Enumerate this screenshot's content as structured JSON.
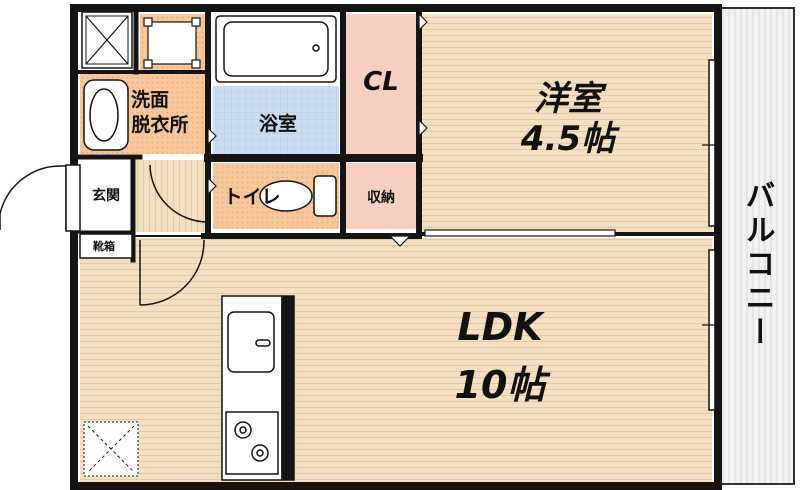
{
  "rooms": {
    "washroom_line1": "洗面",
    "washroom_line2": "脱衣所",
    "bath": "浴室",
    "closet": "CL",
    "western_name": "洋室",
    "western_size": "4.5帖",
    "toilet": "トイレ",
    "storage": "収納",
    "entrance": "玄関",
    "shoe_box": "靴箱",
    "ldk_name": "LDK",
    "ldk_size": "10帖",
    "balcony": "バルコニー"
  },
  "colors": {
    "wall": "#141414",
    "floor_wood": "#f4dfc0",
    "floor_line": "#e9cfa8",
    "wet_orange": "#f7c79a",
    "bath_blue": "#c9dcf2",
    "closet_pink": "#f7cfc0",
    "balcony_gray": "#efefef",
    "plain": "#ffffff"
  }
}
